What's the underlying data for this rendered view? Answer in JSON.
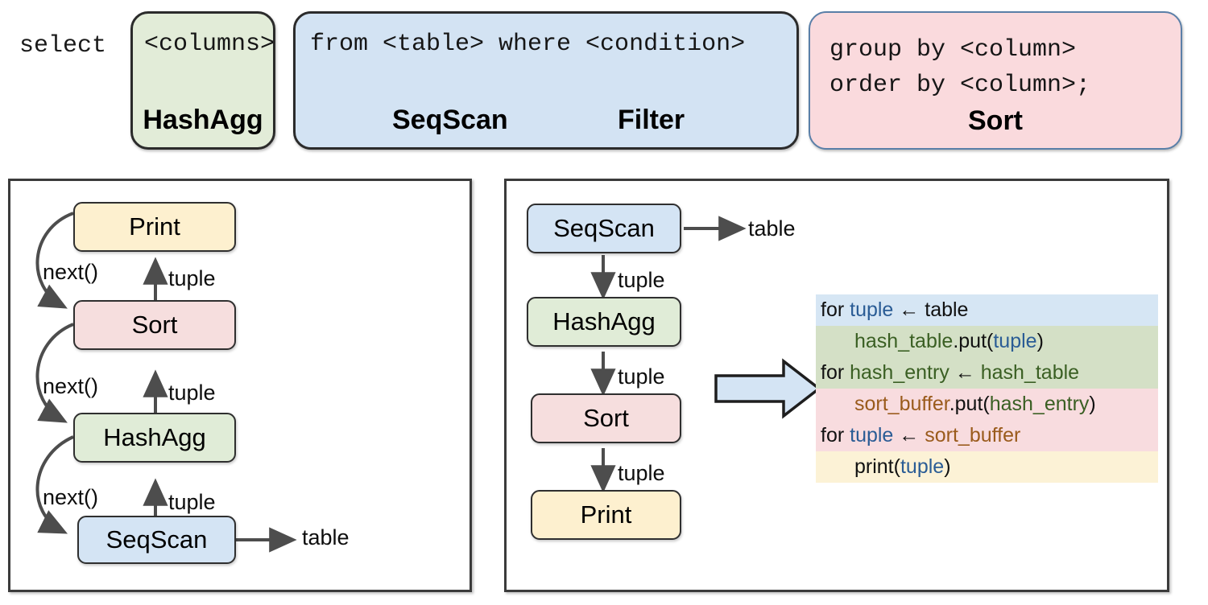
{
  "sql": {
    "prefix": "select",
    "boxes": [
      {
        "id": "hashagg",
        "code": "<columns>",
        "operator": "HashAgg",
        "fill": "#e2ecd8"
      },
      {
        "id": "seqscan",
        "code": "from <table> where <condition>",
        "operator": "SeqScan",
        "operator2": "Filter",
        "fill": "#d3e3f3"
      },
      {
        "id": "sort",
        "code_line1": "group by <column>",
        "code_line2": "order by <column>;",
        "operator": "Sort",
        "fill": "#fadadd"
      }
    ]
  },
  "left_panel": {
    "title": "volcano-iterator-model",
    "nodes": [
      {
        "id": "print",
        "label": "Print",
        "fill": "#fdf0cf"
      },
      {
        "id": "sort",
        "label": "Sort",
        "fill": "#f6dede"
      },
      {
        "id": "hashagg",
        "label": "HashAgg",
        "fill": "#e0ecd7"
      },
      {
        "id": "seqscan",
        "label": "SeqScan",
        "fill": "#d4e4f4"
      }
    ],
    "edge_labels": {
      "next": "next()",
      "tuple": "tuple",
      "table": "table"
    },
    "next_labels": [
      "next()",
      "next()",
      "next()"
    ],
    "tuple_labels": [
      "tuple",
      "tuple",
      "tuple"
    ],
    "table_label": "table"
  },
  "right_panel": {
    "title": "push-pipeline-model",
    "nodes": [
      {
        "id": "seqscan",
        "label": "SeqScan",
        "fill": "#d4e4f4"
      },
      {
        "id": "hashagg",
        "label": "HashAgg",
        "fill": "#e0ecd7"
      },
      {
        "id": "sort",
        "label": "Sort",
        "fill": "#f6dede"
      },
      {
        "id": "print",
        "label": "Print",
        "fill": "#fdf0cf"
      }
    ],
    "tuple_labels": [
      "tuple",
      "tuple",
      "tuple"
    ],
    "table_label": "table",
    "arrow": {
      "name": "compiles-to-arrow",
      "fill": "#d4e4f4"
    },
    "pseudocode": [
      {
        "bg": "#d6e6f4",
        "indent": 0,
        "tokens": [
          {
            "t": "for ",
            "c": "black"
          },
          {
            "t": "tuple",
            "c": "blue"
          },
          {
            "t": " ← ",
            "c": "black"
          },
          {
            "t": "table",
            "c": "black"
          }
        ]
      },
      {
        "bg": "#d4e0c6",
        "indent": 1,
        "tokens": [
          {
            "t": "hash_table",
            "c": "green"
          },
          {
            "t": ".put(",
            "c": "black"
          },
          {
            "t": "tuple",
            "c": "blue"
          },
          {
            "t": ")",
            "c": "black"
          }
        ]
      },
      {
        "bg": "#d4e0c6",
        "indent": 0,
        "tokens": [
          {
            "t": "for ",
            "c": "black"
          },
          {
            "t": "hash_entry",
            "c": "green"
          },
          {
            "t": " ← ",
            "c": "black"
          },
          {
            "t": "hash_table",
            "c": "green"
          }
        ]
      },
      {
        "bg": "#f8dcdf",
        "indent": 1,
        "tokens": [
          {
            "t": "sort_buffer",
            "c": "brown"
          },
          {
            "t": ".put(",
            "c": "black"
          },
          {
            "t": "hash_entry",
            "c": "green"
          },
          {
            "t": ")",
            "c": "black"
          }
        ]
      },
      {
        "bg": "#f8dcdf",
        "indent": 0,
        "tokens": [
          {
            "t": "for ",
            "c": "black"
          },
          {
            "t": "tuple",
            "c": "blue"
          },
          {
            "t": " ← ",
            "c": "black"
          },
          {
            "t": "sort_buffer",
            "c": "brown"
          }
        ]
      },
      {
        "bg": "#fcf2d6",
        "indent": 1,
        "tokens": [
          {
            "t": "print(",
            "c": "black"
          },
          {
            "t": "tuple",
            "c": "blue"
          },
          {
            "t": ")",
            "c": "black"
          }
        ]
      }
    ]
  },
  "colors": {
    "blue_fill": "#d4e4f4",
    "green_fill": "#e0ecd7",
    "pink_fill": "#f6dede",
    "cream_fill": "#fdf0cf",
    "arrow_stroke": "#4d4d4d",
    "token_blue": "#2a5c95",
    "token_green": "#3a5f23",
    "token_brown": "#9a5b1c",
    "token_black": "#111111"
  }
}
